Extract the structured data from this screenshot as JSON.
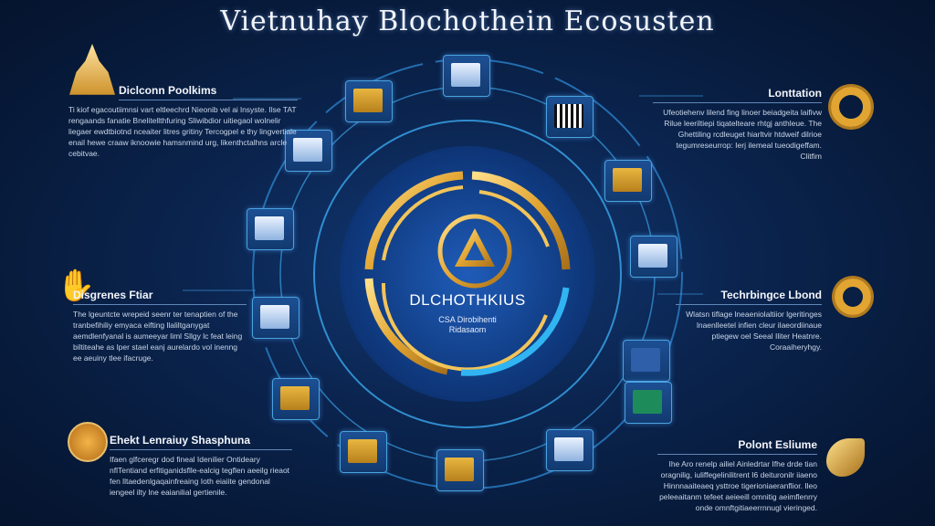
{
  "title": "Vietnuhay Blochothein Ecosusten",
  "center": {
    "name": "DLCHOTHKIUS",
    "subtitle_line1": "CSA Dirobihenti",
    "subtitle_line2": "Ridasaom"
  },
  "sections": [
    {
      "heading": "Diclconn Poolkims",
      "icon": "golden-temple-icon",
      "body": "Ti kiof egacoutiimnsi vart eltleechrd Nieonib vel ai lnsyste. Ilse TAT rengaands fanatie Bnelitellthfuring Sliwibdior uitiegaol wolnelir liegaer ewdtbiotnd nceaiter litres gritiny Tercogpel e thy lingvertiale enail hewe craaw iknoowie hamsnmind urg, likenthctalhns arcle cebitvae."
    },
    {
      "heading": "Lonttation",
      "icon": "gold-gear-icon",
      "body": "Ufeotiehenv lilend fing linoer beiadgeita laifivw Rilue leeriltiepi tiqatelteare rhtgj anthleue. The Ghettiling rcdleuget hiarltvir htdweif dilrioe tegumreseurrop: Ierj ilemeal tueodigeffam. Clitfim"
    },
    {
      "heading": "Disgrenes Ftiar",
      "icon": "open-hand-icon",
      "body": "The lgeuntcte wrepeid seenr ter tenaptien of the tranbefihiliy emyaca eifting llaliltganygat aemdlenfyanal is aumeeyar liml Sllgy lc feat leing biltiteahe as lper stael eanj aurelardo vol inenng ee aeuiny tlee ifacruge."
    },
    {
      "heading": "Techrbingce Lbond",
      "icon": "gold-gear-icon",
      "body": "Wlatsn tiflage lneaeniolaltiior lgeritinges lnaenlleetel infien cleur ilaeordiinaue ptiegew oel Seeal Iliter Heatnre. Coraaiheryhgy."
    },
    {
      "heading": "Ehekt Lenraiuy Shasphuna",
      "icon": "gold-coin-icon",
      "body": "Ifaen glfceregr dod fineal Idenilier Ontideary nflTentiand erfitiganidsflle-ealcig tegflen aeeilg rieaot fen lltaedenlgaqainfreaing Ioth eiaiite gendonal iengeel ilty lne eaianilial gertienile."
    },
    {
      "heading": "Polont Esliume",
      "icon": "golden-shell-icon",
      "body": "Ihe Aro renelp ailiel Ainledrtar Ifhe drde tian oragnilig, iuliffegelinilitrent I6 deituronilr iiaeno Hinnnaaiteaeq ysttroe tigerioniaeranflior. Ileo peleeaitanm tefeet aeieeill omnitig aeimflenrry onde omnftgitiaeerrnnugl vieringed."
    }
  ]
}
